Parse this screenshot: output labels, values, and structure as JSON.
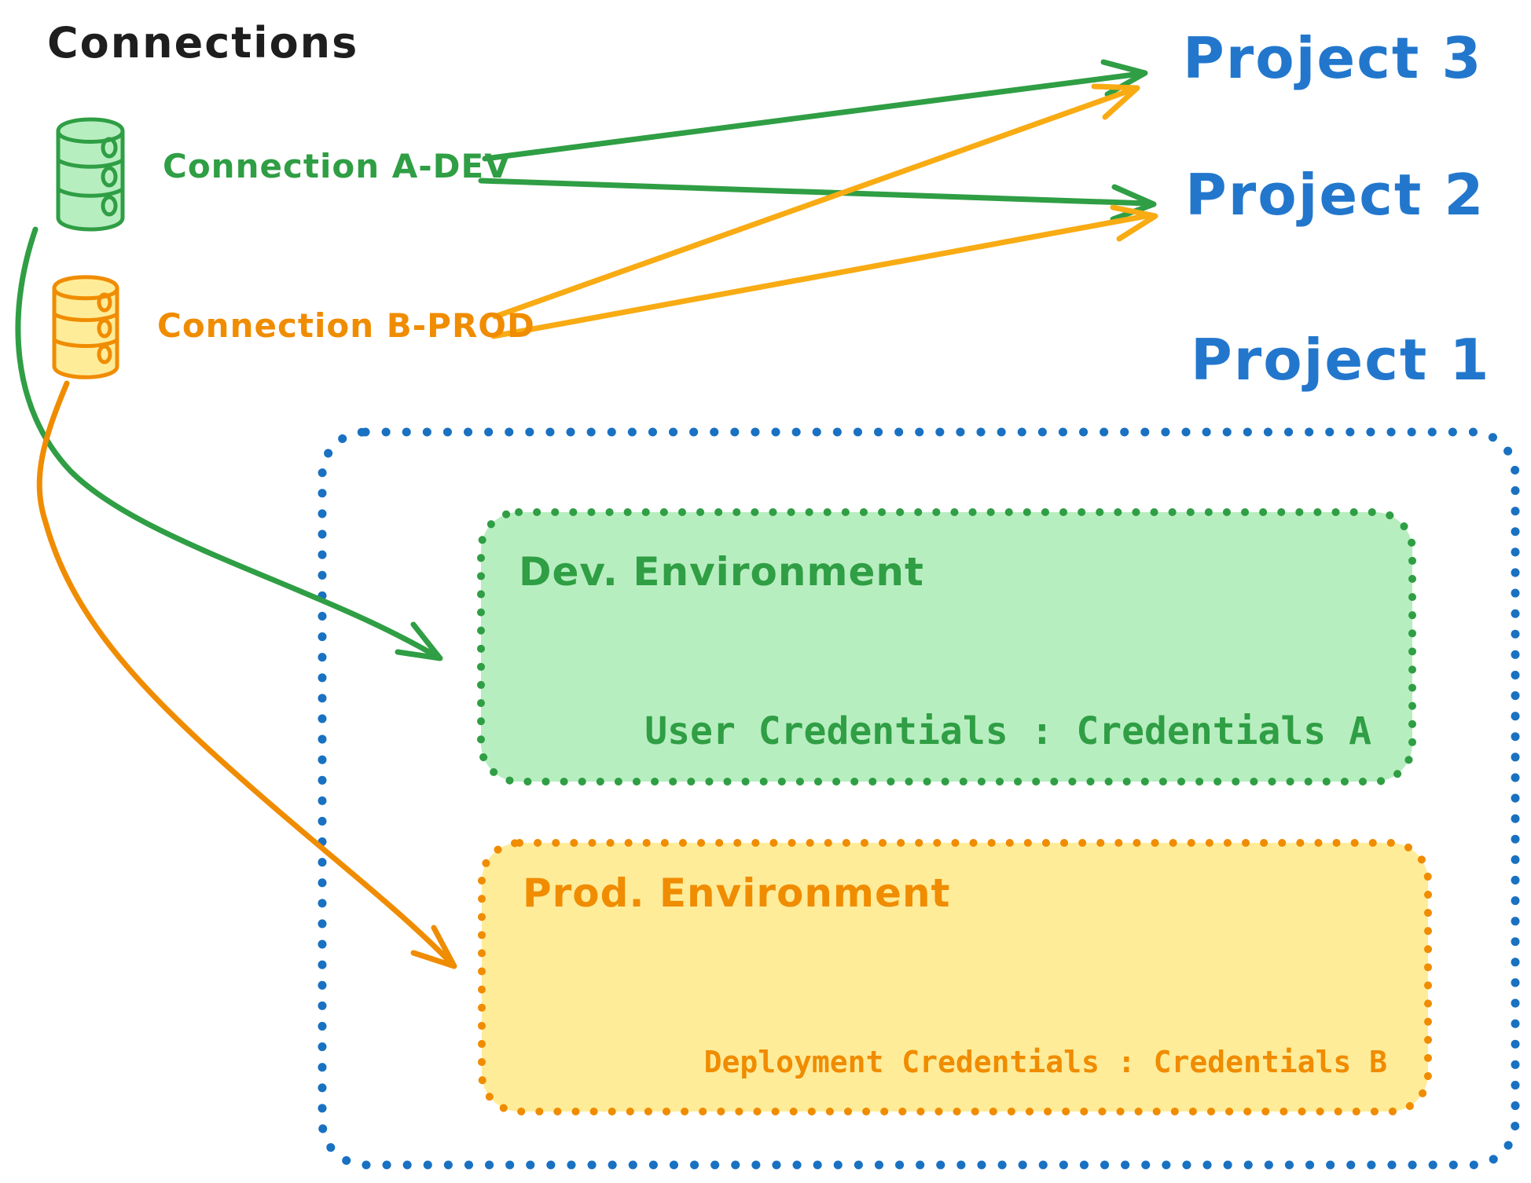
{
  "diagram_title": "Connections",
  "colors": {
    "ink": "#1e1e1e",
    "green_stroke": "#2f9e44",
    "green_fill": "#b7eec0",
    "orange_stroke": "#f08c00",
    "orange_fill": "#ffec99",
    "blue_stroke": "#1971c2",
    "blue_text": "#2277cd"
  },
  "connections": [
    {
      "id": "a-dev",
      "label": "Connection A-DEV",
      "color": "#2f9e44",
      "icon": "database-cylinder"
    },
    {
      "id": "b-prod",
      "label": "Connection B-PROD",
      "color": "#f08c00",
      "icon": "database-cylinder"
    }
  ],
  "projects": [
    {
      "label": "Project 3"
    },
    {
      "label": "Project 2"
    },
    {
      "label": "Project 1"
    }
  ],
  "project1": {
    "environments": [
      {
        "name": "Dev. Environment",
        "credentials_line": "User Credentials : Credentials A"
      },
      {
        "name": "Prod. Environment",
        "credentials_line": "Deployment Credentials : Credentials B"
      }
    ]
  },
  "edges": [
    {
      "from": "Connection A-DEV",
      "to": "Project 3",
      "color": "#2f9e44",
      "style": "straight-arrow"
    },
    {
      "from": "Connection A-DEV",
      "to": "Project 2",
      "color": "#2f9e44",
      "style": "straight-arrow"
    },
    {
      "from": "Connection B-PROD",
      "to": "Project 3",
      "color": "#f08c00",
      "style": "straight-arrow"
    },
    {
      "from": "Connection B-PROD",
      "to": "Project 2",
      "color": "#f08c00",
      "style": "straight-arrow"
    },
    {
      "from": "Connection A-DEV",
      "to": "Dev. Environment",
      "color": "#2f9e44",
      "style": "curved-arrow"
    },
    {
      "from": "Connection B-PROD",
      "to": "Prod. Environment",
      "color": "#f08c00",
      "style": "curved-arrow"
    }
  ]
}
